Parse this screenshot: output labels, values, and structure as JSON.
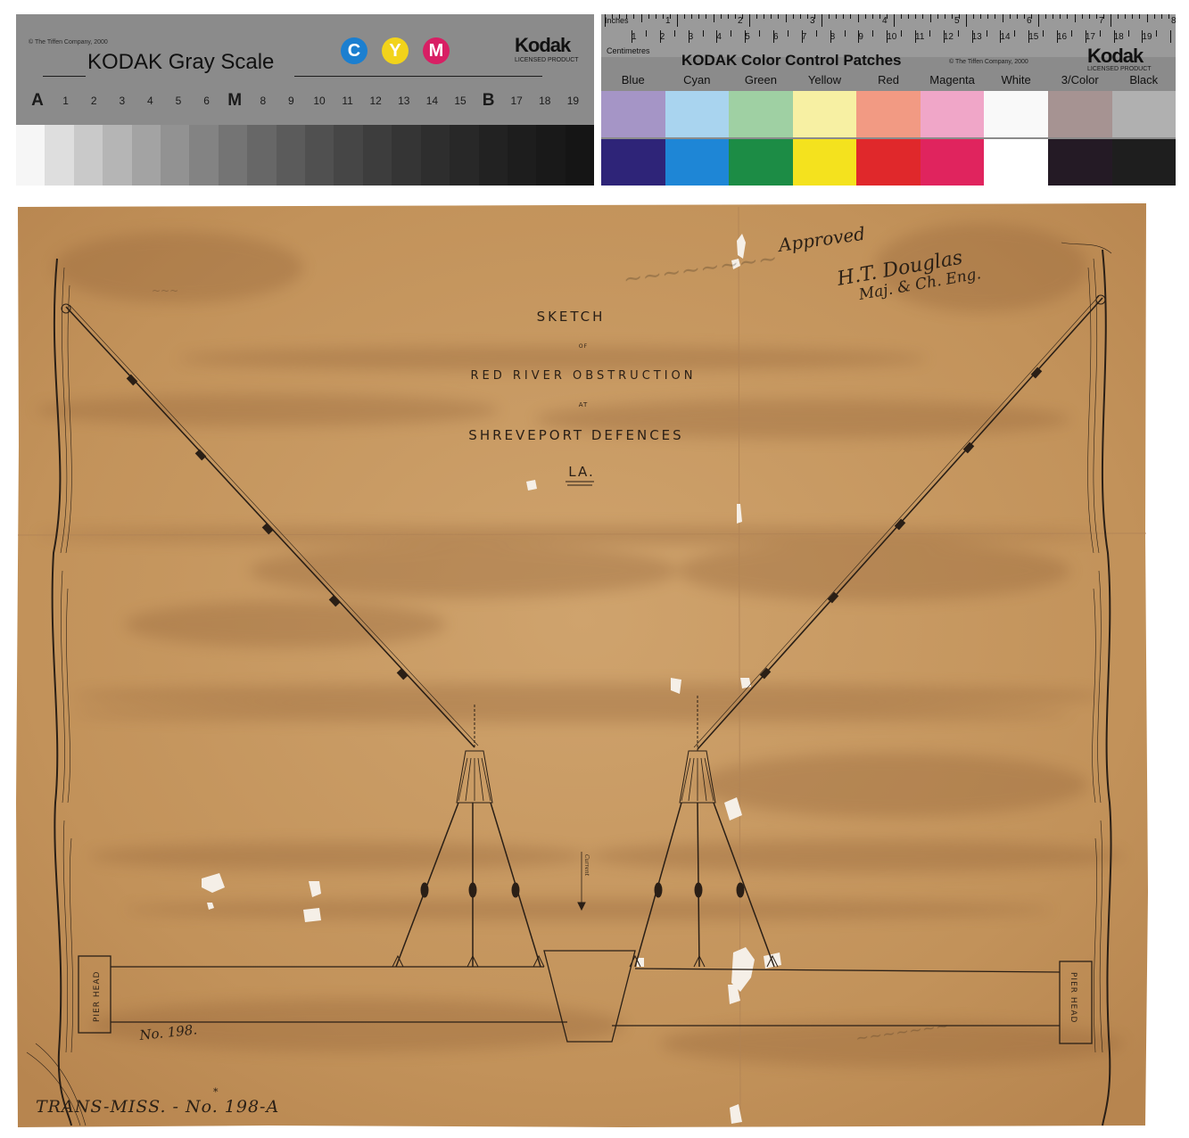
{
  "gray_scale_card": {
    "copyright": "© The Tiffen Company, 2000",
    "title": "KODAK Gray Scale",
    "cym": [
      "C",
      "Y",
      "M"
    ],
    "cym_colors": [
      "#1b7fd0",
      "#f2d31b",
      "#d81f64"
    ],
    "brand": "Kodak",
    "licensed": "LICENSED PRODUCT",
    "scale_labels": [
      "A",
      "1",
      "2",
      "3",
      "4",
      "5",
      "6",
      "M",
      "8",
      "9",
      "10",
      "11",
      "12",
      "13",
      "14",
      "15",
      "B",
      "17",
      "18",
      "19"
    ],
    "step_colors": [
      "#f6f6f6",
      "#dedede",
      "#c9c9c9",
      "#b5b5b5",
      "#a3a3a3",
      "#929292",
      "#838383",
      "#747474",
      "#676767",
      "#5b5b5b",
      "#505050",
      "#464646",
      "#3d3d3d",
      "#353535",
      "#2e2e2e",
      "#282828",
      "#222222",
      "#1d1d1d",
      "#191919",
      "#151515"
    ]
  },
  "color_card": {
    "ruler_inches_label": "Inches",
    "ruler_cm_label": "Centimetres",
    "inch_numbers": [
      "1",
      "2",
      "3",
      "4",
      "5",
      "6",
      "7",
      "8"
    ],
    "cm_numbers": [
      "1",
      "2",
      "3",
      "4",
      "5",
      "6",
      "7",
      "8",
      "9",
      "10",
      "11",
      "12",
      "13",
      "14",
      "15",
      "16",
      "17",
      "18",
      "19"
    ],
    "title": "KODAK Color Control Patches",
    "copyright": "© The Tiffen Company, 2000",
    "brand": "Kodak",
    "licensed": "LICENSED PRODUCT",
    "patch_names": [
      "Blue",
      "Cyan",
      "Green",
      "Yellow",
      "Red",
      "Magenta",
      "White",
      "3/Color",
      "Black"
    ],
    "patch_top_colors": [
      "#a595c6",
      "#a9d4ef",
      "#9fd0a3",
      "#f7f0a3",
      "#f29a83",
      "#f0a6c8",
      "#f9f9f9",
      "#a69392",
      "#b0b0b0"
    ],
    "patch_bottom_colors": [
      "#2e2478",
      "#1e86d6",
      "#1c8c45",
      "#f4e21e",
      "#e0282b",
      "#e0245e",
      "#ffffff",
      "#241a25",
      "#1e1e1e"
    ]
  },
  "map": {
    "title_lines": [
      "SKETCH",
      "OF",
      "RED RIVER OBSTRUCTION",
      "AT",
      "SHREVEPORT DEFENCES",
      "LA."
    ],
    "pier_head_left": "PIER HEAD",
    "pier_head_right": "PIER HEAD",
    "approval_lines": [
      "Approved",
      "H.T. Douglas",
      "Maj. & Ch. Eng."
    ],
    "channel_label": "Current",
    "catalog_number": "No. 198.",
    "archive_label": "TRANS-MISS. - No. 198-A",
    "archive_star": "*",
    "paper_color": "#c99a62",
    "stain_color": "#9a6a3e",
    "ink_color": "#2a1f16"
  }
}
